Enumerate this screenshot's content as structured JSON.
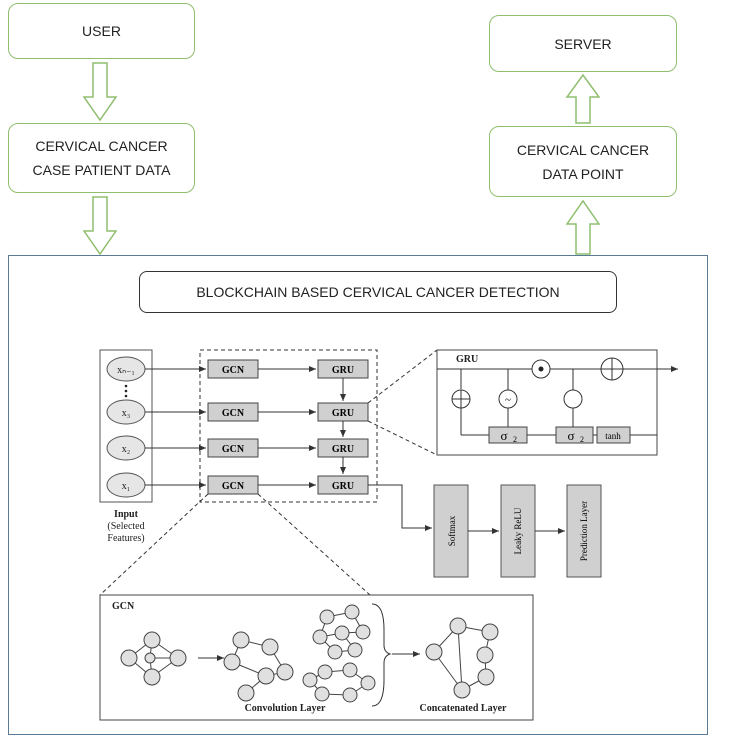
{
  "boxes": {
    "user": "USER",
    "patient_data": [
      "CERVICAL CANCER",
      "CASE PATIENT DATA"
    ],
    "server": "SERVER",
    "data_point": [
      "CERVICAL CANCER",
      "DATA POINT"
    ]
  },
  "panel_title": "BLOCKCHAIN BASED CERVICAL CANCER DETECTION",
  "model": {
    "inputs": [
      "xₙ₋₁",
      "x₃",
      "x₂",
      "x₁"
    ],
    "input_caption": "Input",
    "input_sub": [
      "(Selected",
      "Features)"
    ],
    "gcn_label": "GCN",
    "gru_label": "GRU",
    "gru_detail_title": "GRU",
    "sigma": "σ",
    "sigma_sub": "2",
    "tanh": "tanh",
    "tilde": "~",
    "softmax": "Softmax",
    "leaky_relu": "Leaky ReLU",
    "prediction_layer": "Prediction Layer",
    "gcn_detail_title": "GCN",
    "convolution_layer": "Convolution Layer",
    "concatenated_layer": "Concatenated Layer"
  },
  "colors": {
    "box_border": "#8fbf6e",
    "panel_border": "#5a7a95",
    "layer_fill": "#d0d0d0"
  }
}
